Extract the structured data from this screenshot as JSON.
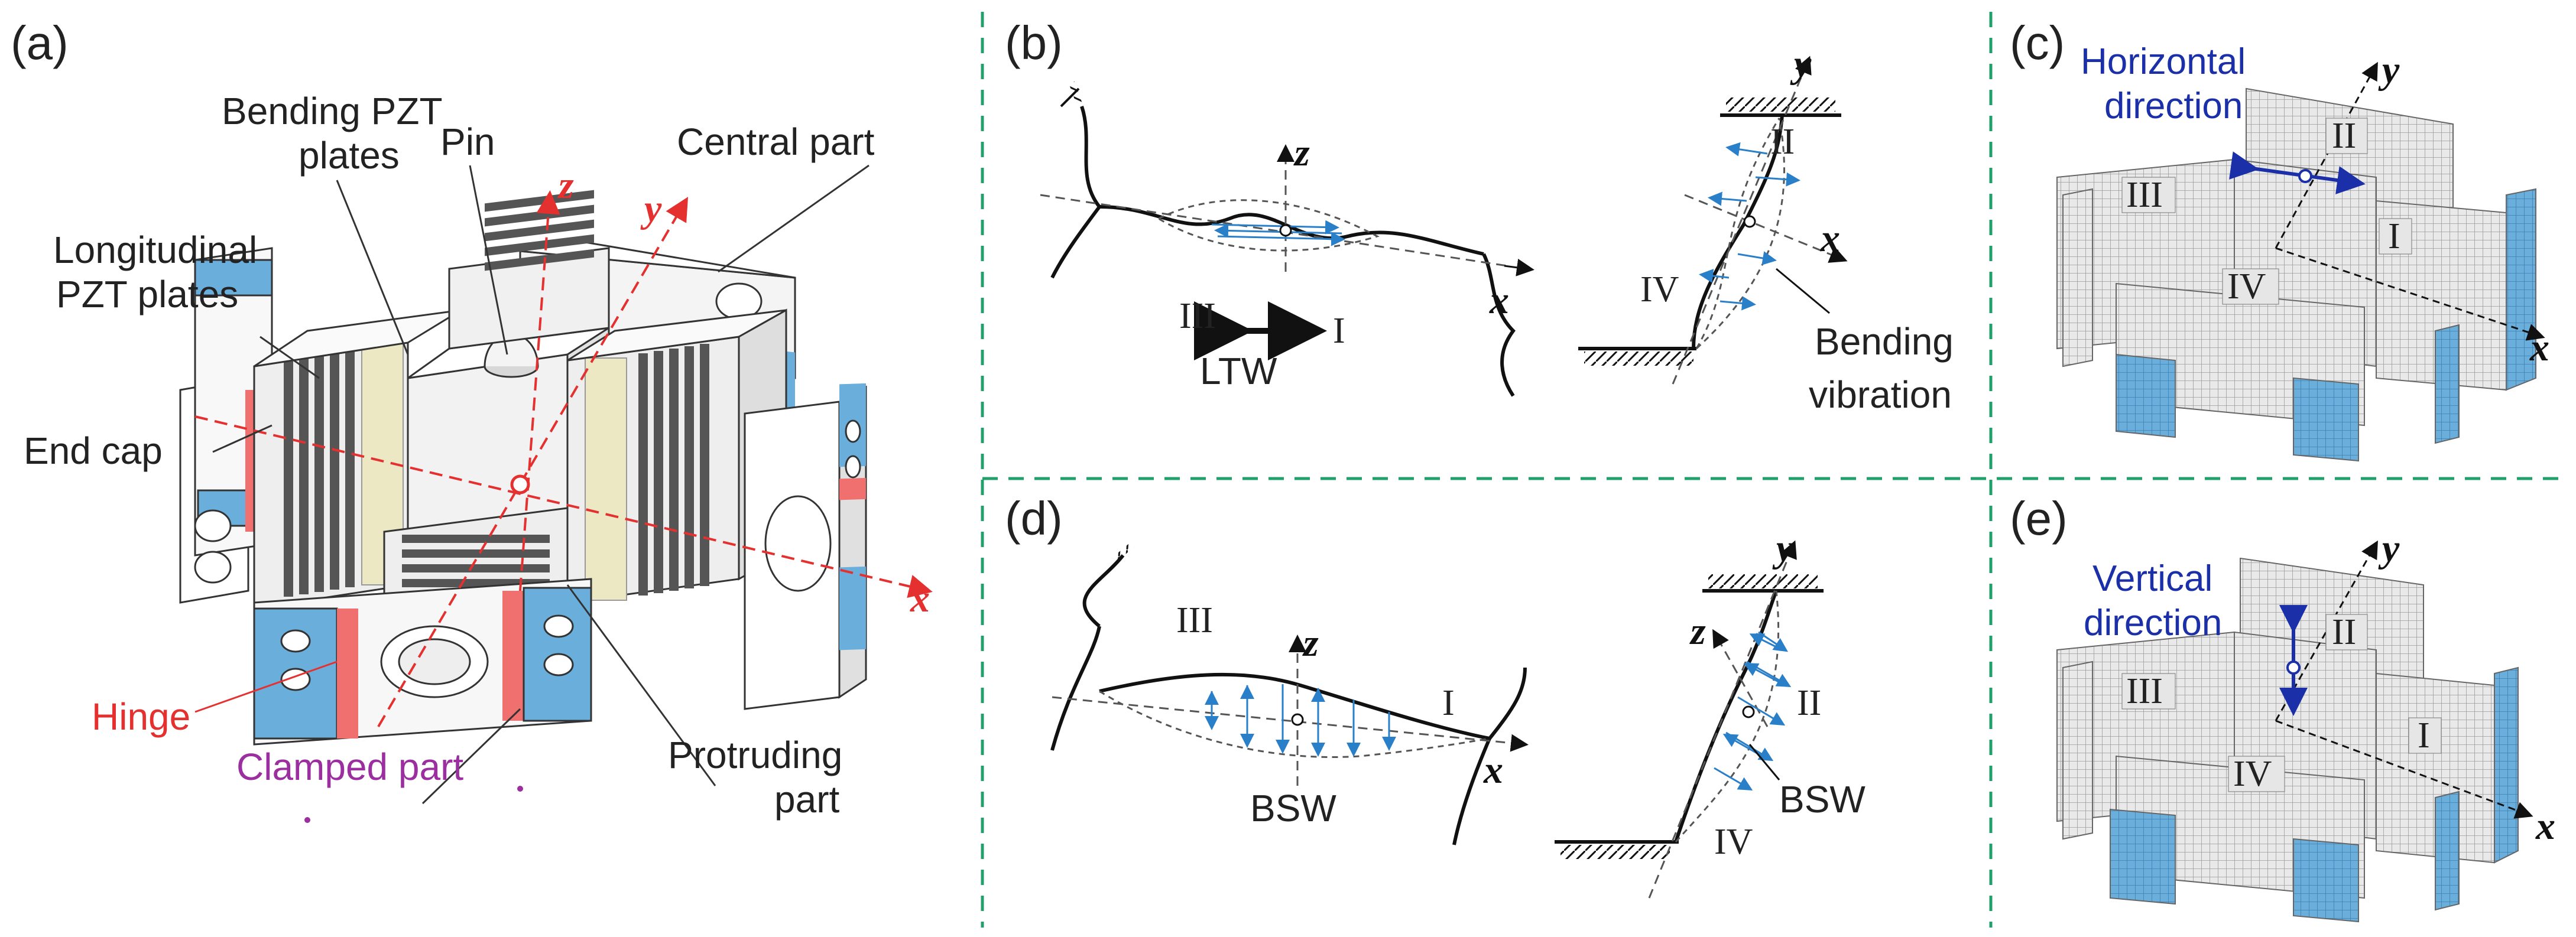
{
  "panels": {
    "a": {
      "letter": "(a)",
      "labels": {
        "bending_pzt_1": "Bending PZT",
        "bending_pzt_2": "plates",
        "pin": "Pin",
        "central_part": "Central part",
        "longitudinal_1": "Longitudinal",
        "longitudinal_2": "PZT plates",
        "end_cap": "End cap",
        "hinge": "Hinge",
        "clamped_part": "Clamped part",
        "protruding_1": "Protruding",
        "protruding_2": "part"
      },
      "axes": {
        "x": "x",
        "y": "y",
        "z": "z"
      },
      "colors": {
        "pzt_dark": "#555555",
        "pzt_cream": "#ece8c4",
        "hinge": "#f07070",
        "clamp": "#6aaedc",
        "axis": "#e53030",
        "pin": "#e53030"
      }
    },
    "b": {
      "letter": "(b)",
      "left": {
        "z": "z",
        "x": "x",
        "region_left": "III",
        "region_right": "I",
        "wave": "LTW"
      },
      "right": {
        "y": "y",
        "x": "x",
        "region_top": "II",
        "region_bottom": "IV",
        "note_1": "Bending",
        "note_2": "vibration"
      }
    },
    "c": {
      "letter": "(c)",
      "title_1": "Horizontal",
      "title_2": "direction",
      "axes": {
        "x": "x",
        "y": "y"
      },
      "regions": {
        "I": "I",
        "II": "II",
        "III": "III",
        "IV": "IV"
      },
      "colors": {
        "title": "#1a2fa8",
        "arrow": "#1a2fa8",
        "clamp": "#6aaedc"
      }
    },
    "d": {
      "letter": "(d)",
      "left": {
        "z": "z",
        "x": "x",
        "region_left": "III",
        "region_right": "I",
        "wave": "BSW"
      },
      "right": {
        "y": "y",
        "z": "z",
        "region_top": "II",
        "region_bottom": "IV",
        "wave": "BSW"
      }
    },
    "e": {
      "letter": "(e)",
      "title_1": "Vertical",
      "title_2": "direction",
      "axes": {
        "x": "x",
        "y": "y"
      },
      "regions": {
        "I": "I",
        "II": "II",
        "III": "III",
        "IV": "IV"
      },
      "colors": {
        "title": "#1a2fa8",
        "arrow": "#1a2fa8",
        "clamp": "#6aaedc"
      }
    },
    "divider_color": "#22a06b",
    "vibration_color": "#2a7fc9"
  }
}
